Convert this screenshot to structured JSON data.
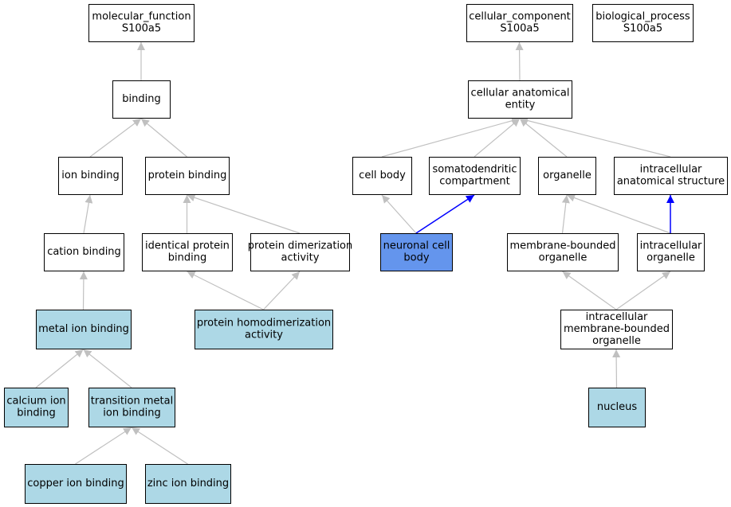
{
  "colors": {
    "plain": "#ffffff",
    "highlight": "#add8e6",
    "selected": "#6495ed",
    "edge_gray": "#c0c0c0",
    "edge_blue": "#0000ff"
  },
  "nodes": [
    {
      "id": "mf_root",
      "lines": [
        "molecular_function",
        "S100a5"
      ],
      "style": "plain"
    },
    {
      "id": "binding",
      "lines": [
        "binding"
      ],
      "style": "plain"
    },
    {
      "id": "ion_binding",
      "lines": [
        "ion binding"
      ],
      "style": "plain"
    },
    {
      "id": "protein_binding",
      "lines": [
        "protein binding"
      ],
      "style": "plain"
    },
    {
      "id": "cation_binding",
      "lines": [
        "cation binding"
      ],
      "style": "plain"
    },
    {
      "id": "identical_protein_binding",
      "lines": [
        "identical protein",
        "binding"
      ],
      "style": "plain"
    },
    {
      "id": "protein_dimerization",
      "lines": [
        "protein dimerization",
        "activity"
      ],
      "style": "plain"
    },
    {
      "id": "metal_ion_binding",
      "lines": [
        "metal ion binding"
      ],
      "style": "highlight"
    },
    {
      "id": "protein_homodimerization",
      "lines": [
        "protein homodimerization",
        "activity"
      ],
      "style": "highlight"
    },
    {
      "id": "calcium_ion_binding",
      "lines": [
        "calcium ion",
        "binding"
      ],
      "style": "highlight"
    },
    {
      "id": "transition_metal",
      "lines": [
        "transition metal",
        "ion binding"
      ],
      "style": "highlight"
    },
    {
      "id": "copper_ion_binding",
      "lines": [
        "copper ion binding"
      ],
      "style": "highlight"
    },
    {
      "id": "zinc_ion_binding",
      "lines": [
        "zinc ion binding"
      ],
      "style": "highlight"
    },
    {
      "id": "cc_root",
      "lines": [
        "cellular_component",
        "S100a5"
      ],
      "style": "plain"
    },
    {
      "id": "bp_root",
      "lines": [
        "biological_process",
        "S100a5"
      ],
      "style": "plain"
    },
    {
      "id": "cell_anat_entity",
      "lines": [
        "cellular anatomical",
        "entity"
      ],
      "style": "plain"
    },
    {
      "id": "cell_body",
      "lines": [
        "cell body"
      ],
      "style": "plain"
    },
    {
      "id": "somatodendritic",
      "lines": [
        "somatodendritic",
        "compartment"
      ],
      "style": "plain"
    },
    {
      "id": "organelle",
      "lines": [
        "organelle"
      ],
      "style": "plain"
    },
    {
      "id": "intracellular_anat",
      "lines": [
        "intracellular",
        "anatomical structure"
      ],
      "style": "plain"
    },
    {
      "id": "neuronal_cell_body",
      "lines": [
        "neuronal cell",
        "body"
      ],
      "style": "selected"
    },
    {
      "id": "membrane_bounded",
      "lines": [
        "membrane-bounded",
        "organelle"
      ],
      "style": "plain"
    },
    {
      "id": "intracellular_org",
      "lines": [
        "intracellular",
        "organelle"
      ],
      "style": "plain"
    },
    {
      "id": "intra_mem_bounded",
      "lines": [
        "intracellular",
        "membrane-bounded",
        "organelle"
      ],
      "style": "plain"
    },
    {
      "id": "nucleus",
      "lines": [
        "nucleus"
      ],
      "style": "highlight"
    }
  ],
  "edges": [
    {
      "from": "binding",
      "to": "mf_root",
      "color": "gray"
    },
    {
      "from": "ion_binding",
      "to": "binding",
      "color": "gray"
    },
    {
      "from": "protein_binding",
      "to": "binding",
      "color": "gray"
    },
    {
      "from": "cation_binding",
      "to": "ion_binding",
      "color": "gray"
    },
    {
      "from": "identical_protein_binding",
      "to": "protein_binding",
      "color": "gray"
    },
    {
      "from": "protein_dimerization",
      "to": "protein_binding",
      "color": "gray"
    },
    {
      "from": "metal_ion_binding",
      "to": "cation_binding",
      "color": "gray"
    },
    {
      "from": "protein_homodimerization",
      "to": "identical_protein_binding",
      "color": "gray"
    },
    {
      "from": "protein_homodimerization",
      "to": "protein_dimerization",
      "color": "gray"
    },
    {
      "from": "calcium_ion_binding",
      "to": "metal_ion_binding",
      "color": "gray"
    },
    {
      "from": "transition_metal",
      "to": "metal_ion_binding",
      "color": "gray"
    },
    {
      "from": "copper_ion_binding",
      "to": "transition_metal",
      "color": "gray"
    },
    {
      "from": "zinc_ion_binding",
      "to": "transition_metal",
      "color": "gray"
    },
    {
      "from": "cell_anat_entity",
      "to": "cc_root",
      "color": "gray"
    },
    {
      "from": "cell_body",
      "to": "cell_anat_entity",
      "color": "gray"
    },
    {
      "from": "somatodendritic",
      "to": "cell_anat_entity",
      "color": "gray"
    },
    {
      "from": "organelle",
      "to": "cell_anat_entity",
      "color": "gray"
    },
    {
      "from": "intracellular_anat",
      "to": "cell_anat_entity",
      "color": "gray"
    },
    {
      "from": "neuronal_cell_body",
      "to": "cell_body",
      "color": "gray"
    },
    {
      "from": "neuronal_cell_body",
      "to": "somatodendritic",
      "color": "blue"
    },
    {
      "from": "membrane_bounded",
      "to": "organelle",
      "color": "gray"
    },
    {
      "from": "intracellular_org",
      "to": "organelle",
      "color": "gray"
    },
    {
      "from": "intracellular_org",
      "to": "intracellular_anat",
      "color": "blue"
    },
    {
      "from": "intra_mem_bounded",
      "to": "membrane_bounded",
      "color": "gray"
    },
    {
      "from": "intra_mem_bounded",
      "to": "intracellular_org",
      "color": "gray"
    },
    {
      "from": "nucleus",
      "to": "intra_mem_bounded",
      "color": "gray"
    }
  ]
}
